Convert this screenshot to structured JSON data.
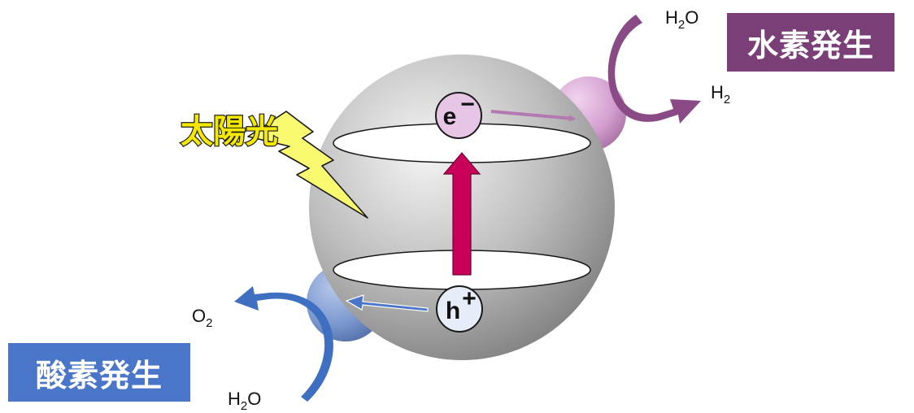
{
  "labels": {
    "hydrogen_evolution": "水素発生",
    "oxygen_evolution": "酸素発生",
    "sunlight": "太陽光"
  },
  "carriers": {
    "electron": {
      "base": "e",
      "superscript": "−"
    },
    "hole": {
      "base": "h",
      "superscript": "+"
    }
  },
  "molecules": {
    "water_top": {
      "base": "H",
      "sub": "2",
      "rest": "O"
    },
    "hydrogen": {
      "base": "H",
      "sub": "2",
      "rest": ""
    },
    "oxygen": {
      "base": "O",
      "sub": "2",
      "rest": ""
    },
    "water_bottom": {
      "base": "H",
      "sub": "2",
      "rest": "O"
    }
  },
  "colors": {
    "hydrogen_box": "#7b3f78",
    "oxygen_box": "#4a76c9",
    "excitation_arrow": "#c8005a",
    "electron_arrow": "#b27ab0",
    "hole_arrow": "#4a76c9",
    "h2_arrow": "#8a4a86",
    "o2_arrow": "#3f6fc0",
    "sphere": "#b8b8b8",
    "cocatalyst_h2": "#d6a3d3",
    "cocatalyst_o2": "#7b98cf",
    "lightning": "#fafa70"
  }
}
